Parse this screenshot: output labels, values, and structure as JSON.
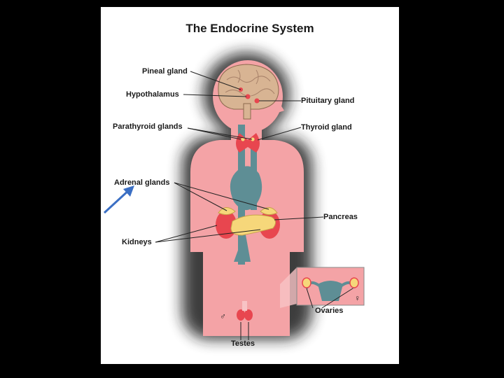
{
  "title": "The Endocrine System",
  "labels": {
    "pineal": "Pineal gland",
    "hypothalamus": "Hypothalamus",
    "pituitary": "Pituitary gland",
    "parathyroid": "Parathyroid glands",
    "thyroid": "Thyroid gland",
    "adrenal": "Adrenal glands",
    "pancreas": "Pancreas",
    "kidneys": "Kidneys",
    "ovaries": "Ovaries",
    "testes": "Testes"
  },
  "symbols": {
    "male": "♂",
    "female": "♀"
  },
  "colors": {
    "background": "#000000",
    "panel": "#ffffff",
    "body_skin": "#f4a3a6",
    "vessel": "#5e8e95",
    "gland_red": "#e8464f",
    "gland_yellow": "#f6d77a",
    "brain": "#d8b493",
    "pointer_arrow": "#3b6fc4"
  }
}
